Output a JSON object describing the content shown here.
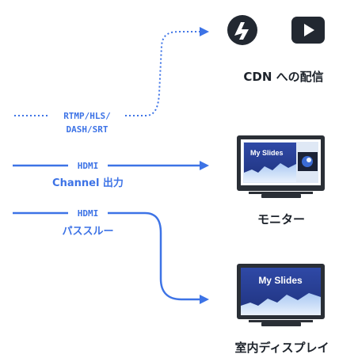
{
  "colors": {
    "accent": "#3d73e6",
    "dark": "#222831",
    "monitor_bezel": "#2a2f36"
  },
  "cdn": {
    "icons": [
      "stream-platform-icon",
      "video-play-icon"
    ],
    "label": "CDN への配信"
  },
  "streams": {
    "protocols_line1": "RTMP/HLS/",
    "protocols_line2": "DASH/SRT"
  },
  "channel_output": {
    "tag": "HDMI",
    "label": "Channel 出力"
  },
  "passthrough": {
    "tag": "HDMI",
    "label": "パススルー"
  },
  "monitor": {
    "label": "モニター",
    "screen_title": "My Slides"
  },
  "indoor_display": {
    "label": "室内ディスプレイ",
    "screen_title": "My Slides"
  }
}
